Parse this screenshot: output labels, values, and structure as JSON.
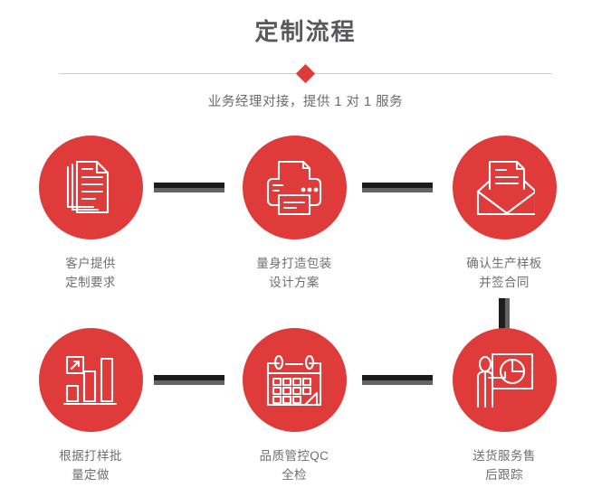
{
  "header": {
    "title": "定制流程",
    "subtitle": "业务经理对接，提供 1 对 1 服务",
    "divider_icon": "diamond-icon"
  },
  "theme": {
    "accent_red": "#e03b3b",
    "title_grey": "#59595b",
    "label_grey": "#6f6f71",
    "connector_dark": "#1c1c1c",
    "connector_grey": "#636363",
    "divider_line": "#cfcfcf",
    "background": "#ffffff"
  },
  "flow": {
    "steps": [
      {
        "index": 1,
        "icon": "documents-stack-icon",
        "label": "客户提供\n定制要求"
      },
      {
        "index": 2,
        "icon": "printer-icon",
        "label": "量身打造包装\n设计方案"
      },
      {
        "index": 3,
        "icon": "envelope-document-icon",
        "label": "确认生产样板\n并签合同"
      },
      {
        "index": 4,
        "icon": "bar-chart-growth-icon",
        "label": "根据打样批\n量定做"
      },
      {
        "index": 5,
        "icon": "calendar-check-icon",
        "label": "品质管控QC\n全检"
      },
      {
        "index": 6,
        "icon": "presenter-chart-icon",
        "label": "送货服务售\n后跟踪"
      }
    ],
    "connectors": [
      {
        "name": "connector-1-2",
        "orientation": "horizontal"
      },
      {
        "name": "connector-2-3",
        "orientation": "horizontal"
      },
      {
        "name": "connector-3-6",
        "orientation": "vertical"
      },
      {
        "name": "connector-4-5",
        "orientation": "horizontal"
      },
      {
        "name": "connector-5-6",
        "orientation": "horizontal"
      }
    ]
  }
}
